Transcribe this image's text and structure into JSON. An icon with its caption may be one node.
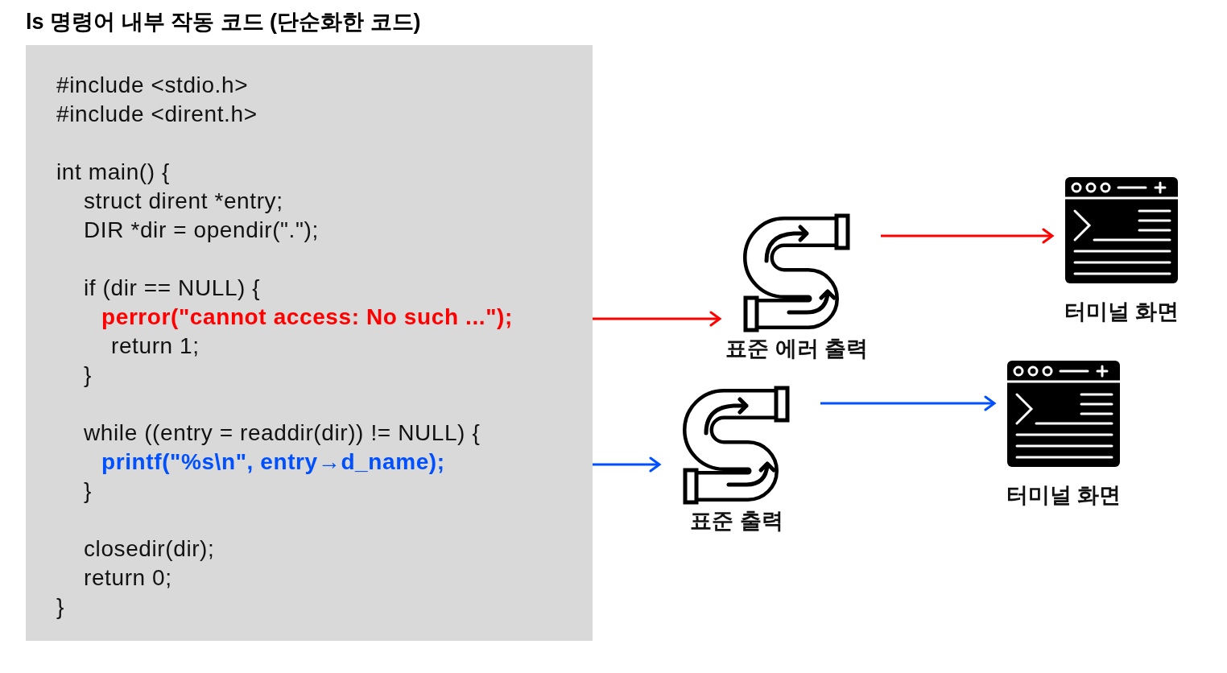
{
  "diagram": {
    "title": "ls 명령어 내부 작동 코드 (단순화한 코드)",
    "nodes": [
      {
        "text": [
          "#include <stdio.h>",
          "#include <dirent.h>",
          "int main() {",
          "struct dirent *entry;",
          "DIR *dir = opendir(\".\");",
          "if (dir == NULL) {",
          "return 1;",
          "}",
          "while ((entry = readdir(dir)) != NULL) {",
          "}",
          "closedir(dir);",
          "return 0;",
          "}"
        ]
      },
      {
        "text": [
          "perror(\"cannot access: No such ...\");"
        ],
        "in": 0
      },
      {
        "text": [
          "printf(\"%s\\n\", entry→d_name);"
        ],
        "in": 0
      },
      {
        "text": [
          "표준 에러 출력"
        ]
      },
      {
        "text": [
          "터미널 화면"
        ]
      },
      {
        "text": [
          "표준 출력"
        ]
      },
      {
        "text": [
          "터미널 화면"
        ]
      }
    ],
    "edges": [
      {
        "from": 1,
        "to": 3,
        "arrow": "to",
        "color": "#ff0000"
      },
      {
        "from": 3,
        "to": 4,
        "arrow": "to",
        "color": "#ff0000"
      },
      {
        "from": 2,
        "to": 5,
        "arrow": "to",
        "color": "#0050ff"
      },
      {
        "from": 5,
        "to": 6,
        "arrow": "to",
        "color": "#0050ff"
      }
    ]
  }
}
